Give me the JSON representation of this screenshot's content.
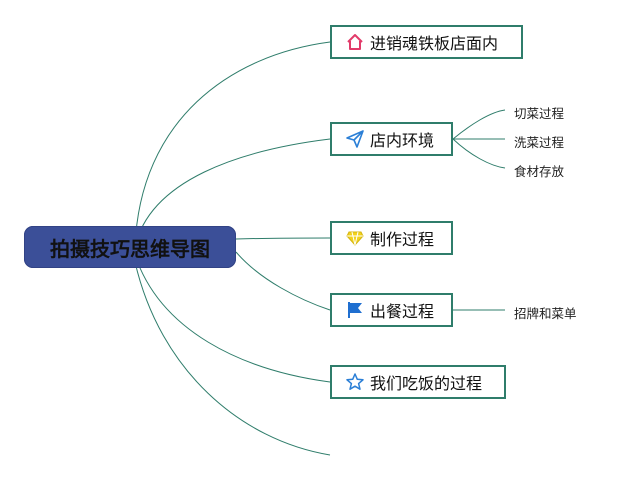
{
  "root": {
    "label": "拍摄技巧思维导图"
  },
  "branches": [
    {
      "label": "进销魂铁板店面内",
      "icon": "home-icon"
    },
    {
      "label": "店内环境",
      "icon": "paper-plane-icon"
    },
    {
      "label": "制作过程",
      "icon": "gem-icon"
    },
    {
      "label": "出餐过程",
      "icon": "flag-icon"
    },
    {
      "label": "我们吃饭的过程",
      "icon": "star-icon"
    }
  ],
  "leaves": {
    "environment": [
      "切菜过程",
      "洗菜过程",
      "食材存放"
    ],
    "serving": [
      "招牌和菜单"
    ]
  },
  "colors": {
    "root_fill": "#3b4f98",
    "connector": "#2f7d6b",
    "home_icon": "#e23b6a",
    "plane_icon": "#2b7fd6",
    "gem_icon": "#f2d21b",
    "flag_icon": "#1f6fd0",
    "star_icon": "#2b7fd6"
  }
}
